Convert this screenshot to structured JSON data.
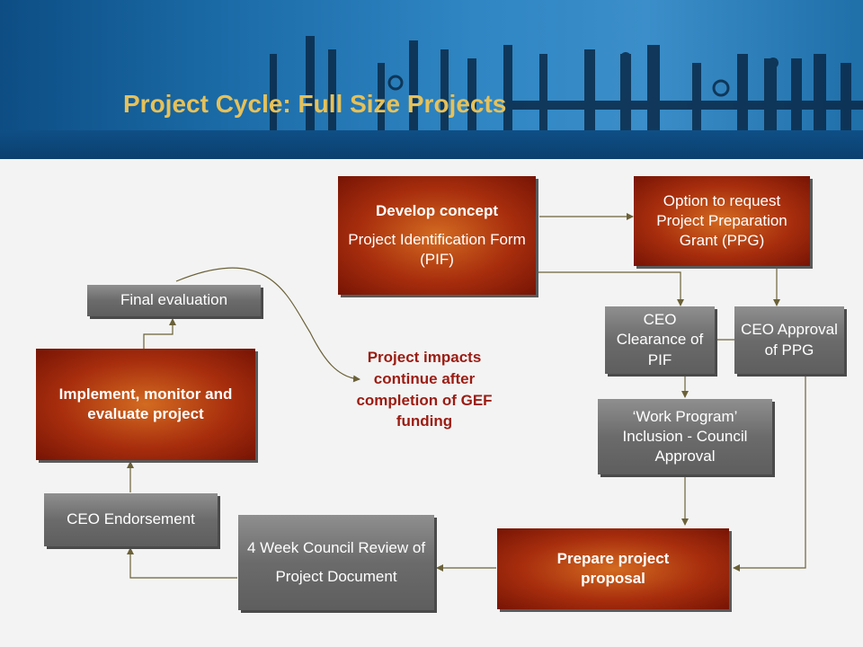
{
  "slide": {
    "title": "Project Cycle: Full Size Projects"
  },
  "boxes": {
    "develop_concept": {
      "title": "Develop concept",
      "subtitle": "Project Identification Form (PIF)"
    },
    "ppg_option": {
      "text": "Option to request Project Preparation Grant (PPG)"
    },
    "ceo_clearance": {
      "text": "CEO Clearance of PIF"
    },
    "ceo_approval_ppg": {
      "text": "CEO Approval of PPG"
    },
    "work_program": {
      "text": "‘Work Program’ Inclusion - Council Approval"
    },
    "prepare_proposal": {
      "text": "Prepare project proposal"
    },
    "council_review": {
      "line1": "4 Week Council Review of",
      "line2": "Project Document"
    },
    "ceo_endorsement": {
      "text": "CEO Endorsement"
    },
    "implement": {
      "text": "Implement, monitor and evaluate project"
    },
    "final_evaluation": {
      "text": "Final evaluation"
    }
  },
  "annotation": {
    "impacts": "Project impacts continue after completion of GEF funding"
  },
  "colors": {
    "title": "#e6c15a",
    "impact_text": "#9b1c12",
    "connector": "#6b6138"
  }
}
